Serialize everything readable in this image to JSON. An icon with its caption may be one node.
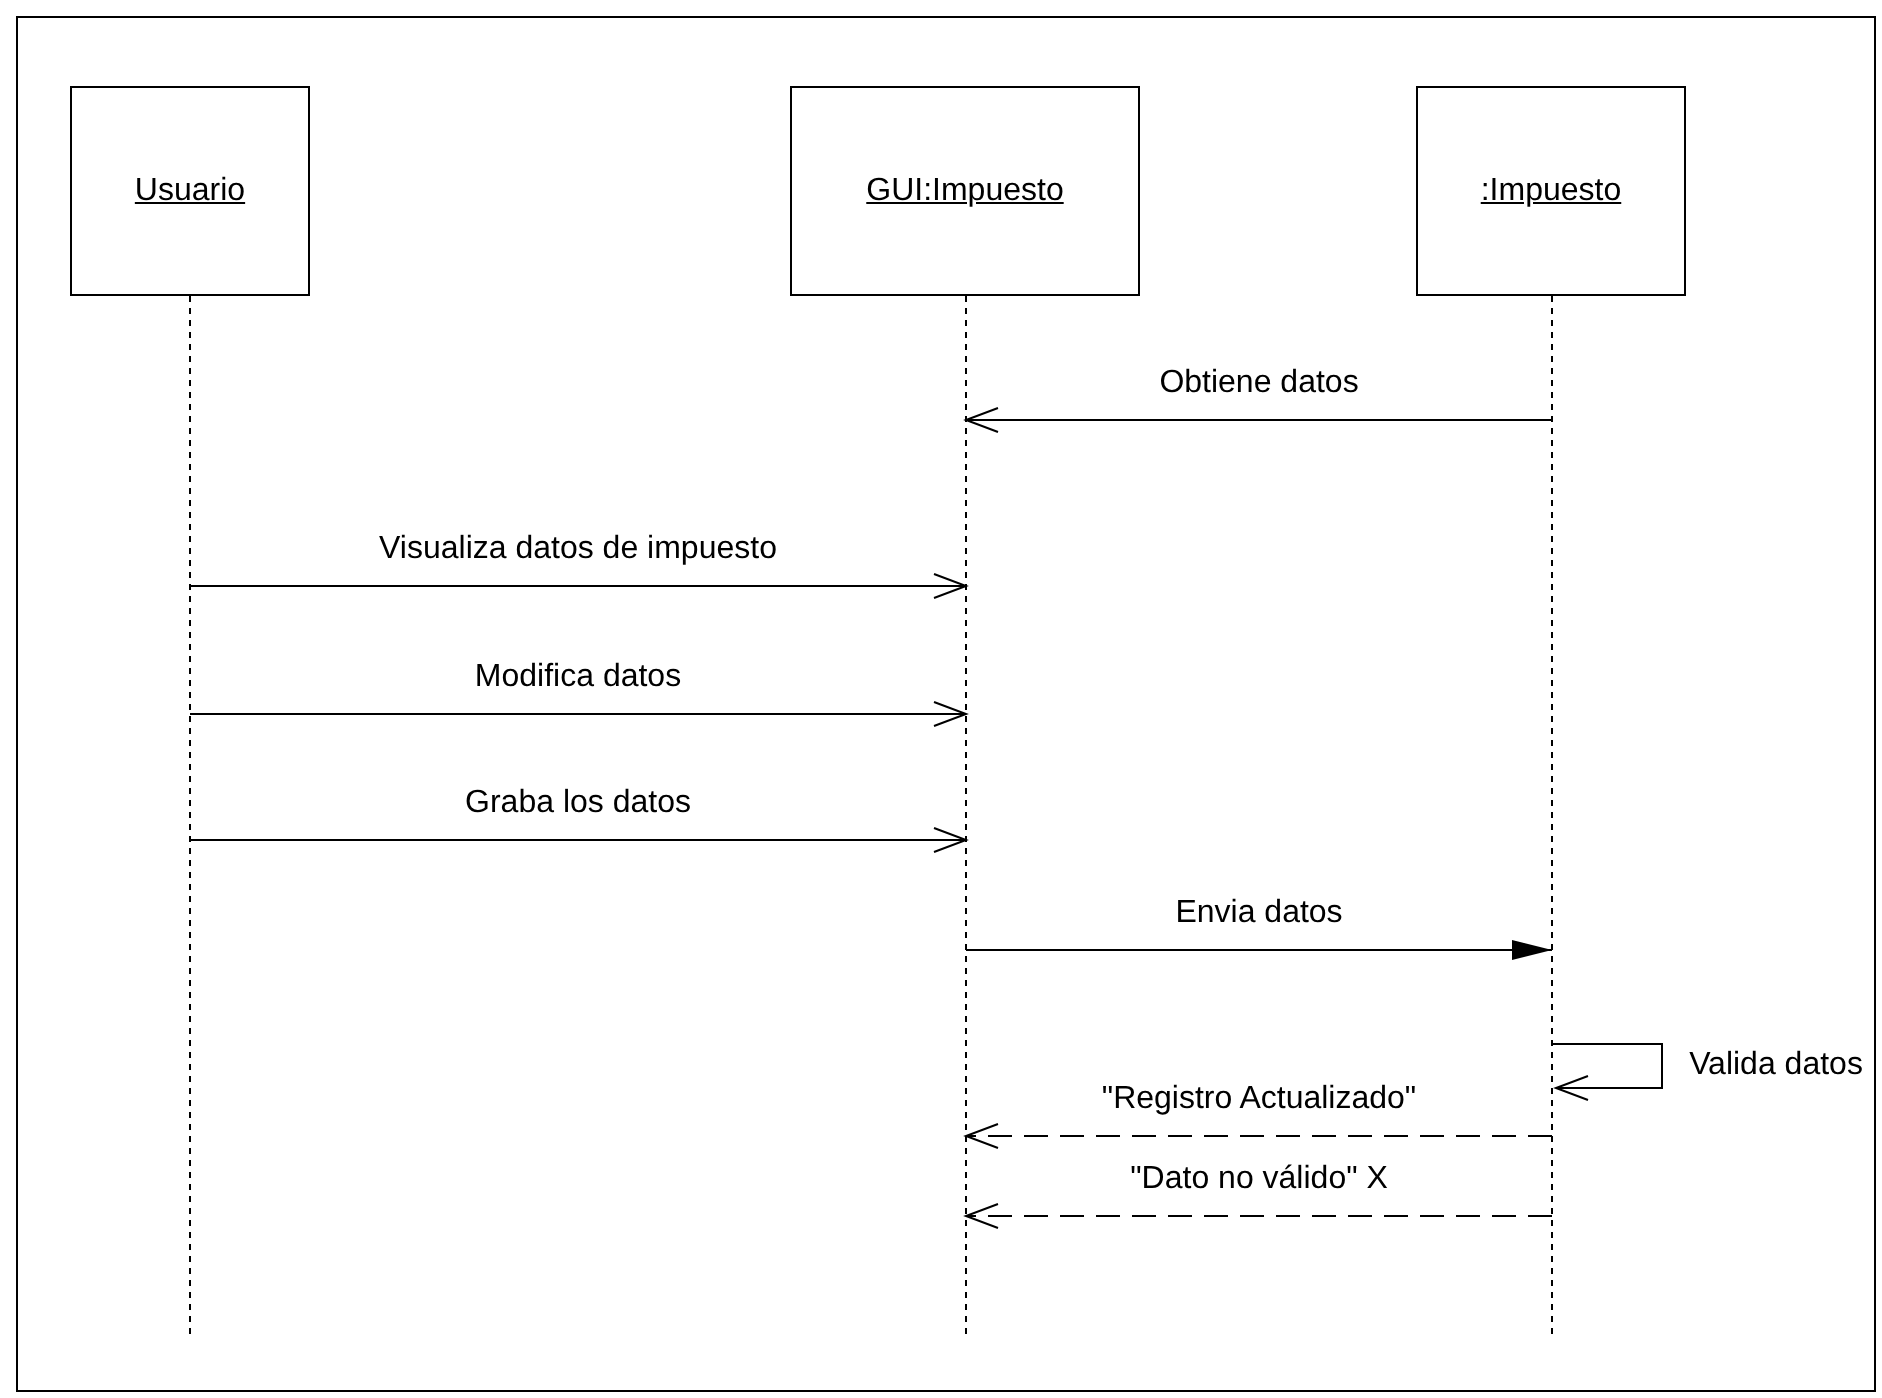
{
  "diagram": {
    "nodes": [
      {
        "text": [
          "Usuario"
        ]
      },
      {
        "text": [
          "GUI:Impuesto"
        ]
      },
      {
        "text": [
          ":Impuesto"
        ]
      }
    ],
    "edges": [
      {
        "from": 2,
        "to": 1,
        "arrow": "to",
        "label": "Obtiene datos"
      },
      {
        "from": 0,
        "to": 1,
        "arrow": "to",
        "label": "Visualiza datos de impuesto"
      },
      {
        "from": 0,
        "to": 1,
        "arrow": "to",
        "label": "Modifica datos"
      },
      {
        "from": 0,
        "to": 1,
        "arrow": "to",
        "label": "Graba los datos"
      },
      {
        "from": 1,
        "to": 2,
        "arrow": "to",
        "label": "Envia datos"
      },
      {
        "from": 2,
        "to": 2,
        "arrow": "to",
        "label": "Valida datos"
      },
      {
        "from": 2,
        "to": 1,
        "arrow": "to",
        "label": "\"Registro Actualizado\"",
        "style": "dashed"
      },
      {
        "from": 2,
        "to": 1,
        "arrow": "to",
        "label": "\"Dato no válido\"  X",
        "style": "dashed"
      }
    ]
  }
}
